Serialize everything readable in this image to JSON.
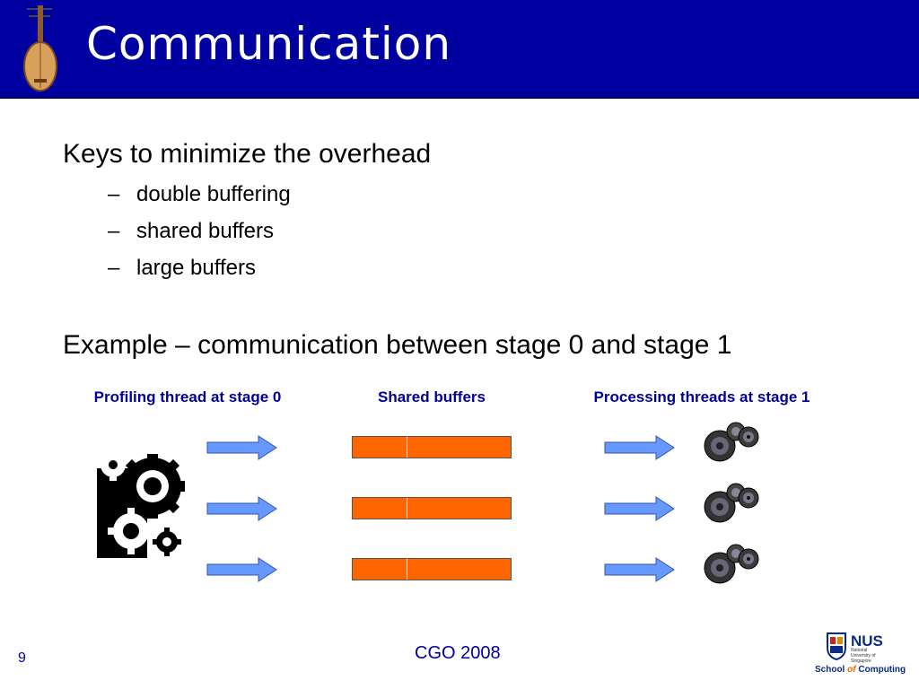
{
  "slide": {
    "title": "Communication",
    "heading1": "Keys to minimize the overhead",
    "bullets": [
      "double buffering",
      "shared buffers",
      "large buffers"
    ],
    "bullet_marker": "–",
    "heading2": "Example – communication between stage 0 and stage 1"
  },
  "diagram": {
    "col1_label": "Profiling thread at stage 0",
    "col2_label": "Shared buffers",
    "col3_label": "Processing threads at stage 1",
    "arrow_color": "#6699ff",
    "buffer_color": "#ff6600"
  },
  "footer": {
    "page_number": "9",
    "center_text": "CGO 2008",
    "logo_text": "NUS",
    "logo_subtext": "National University of Singapore",
    "school_prefix": "School",
    "school_of": "of",
    "school_suffix": "Computing"
  },
  "colors": {
    "header_bg": "#0000a0",
    "title_text": "#ffffff",
    "label_text": "#000099"
  }
}
